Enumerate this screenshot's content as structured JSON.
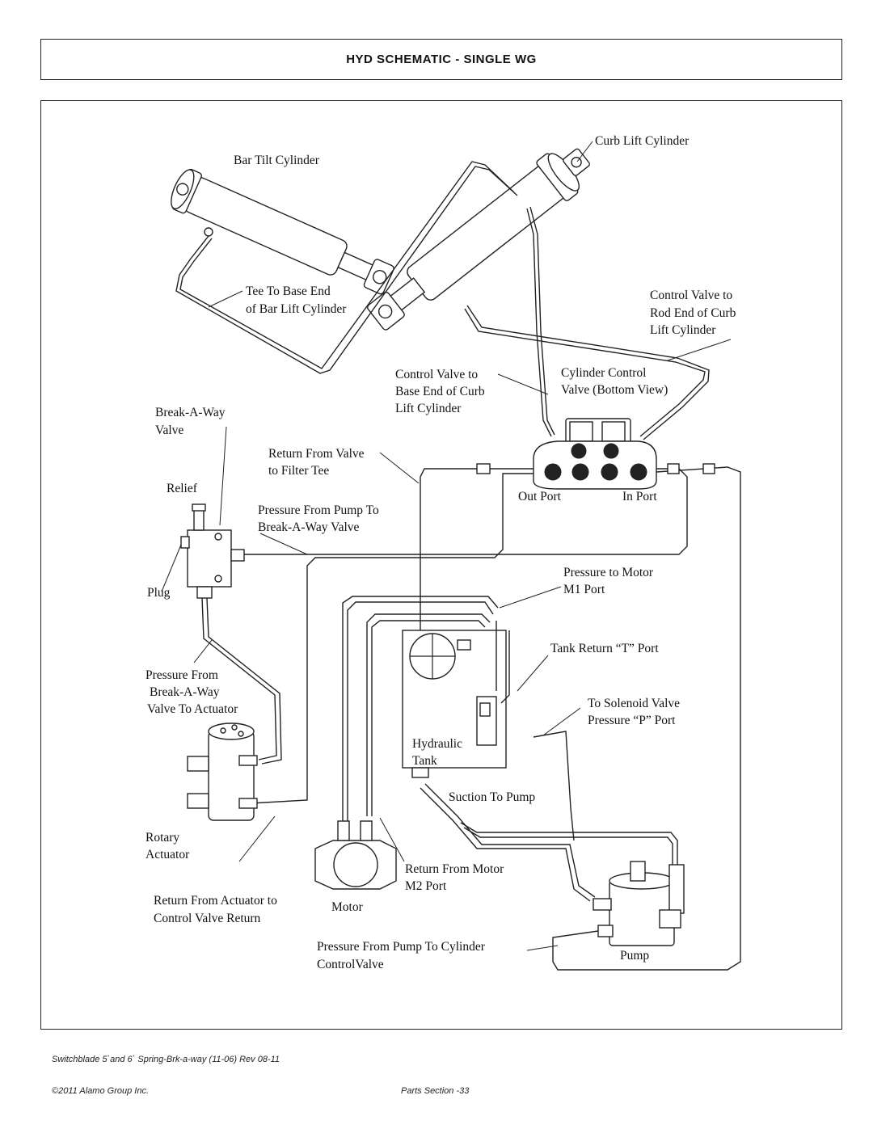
{
  "header": {
    "title": "HYD SCHEMATIC - SINGLE WG"
  },
  "labels": {
    "bar_tilt_cylinder": "Bar Tilt Cylinder",
    "curb_lift_cylinder": "Curb Lift Cylinder",
    "tee_to_base_end_1": "Tee To  Base End",
    "tee_to_base_end_2": "of Bar Lift Cylinder",
    "control_valve_rod_1": "Control Valve to",
    "control_valve_rod_2": "Rod End of Curb",
    "control_valve_rod_3": "Lift Cylinder",
    "control_valve_base_1": "Control Valve to",
    "control_valve_base_2": "Base End of Curb",
    "control_valve_base_3": "Lift Cylinder",
    "cylinder_control_1": "Cylinder Control",
    "cylinder_control_2": "Valve (Bottom View)",
    "break_a_way_valve_1": "Break-A-Way",
    "break_a_way_valve_2": "Valve",
    "return_from_valve_1": "Return From Valve",
    "return_from_valve_2": "to Filter Tee",
    "relief": "Relief",
    "out_port": "Out Port",
    "in_port": "In Port",
    "pressure_from_pump_1": "Pressure From Pump To",
    "pressure_from_pump_2": "Break-A-Way Valve",
    "plug": "Plug",
    "pressure_to_motor_1": "Pressure to Motor",
    "pressure_to_motor_2": "M1  Port",
    "tank_return": "Tank Return “T” Port",
    "pressure_from_bav_1": "Pressure From",
    "pressure_from_bav_2": "Break-A-Way",
    "pressure_from_bav_3": "Valve To Actuator",
    "to_solenoid_1": "To Solenoid Valve",
    "to_solenoid_2": "Pressure “P”    Port",
    "hydraulic_tank_1": "Hydraulic",
    "hydraulic_tank_2": "Tank",
    "suction_to_pump": "Suction To Pump",
    "rotary_actuator_1": "Rotary",
    "rotary_actuator_2": "Actuator",
    "return_from_motor_1": "Return From Motor",
    "return_from_motor_2": "M2  Port",
    "return_from_actuator_1": "Return From  Actuator to",
    "return_from_actuator_2": "Control  Valve Return",
    "motor": "Motor",
    "pressure_pump_cyl_1": "Pressure  From Pump To Cylinder",
    "pressure_pump_cyl_2": "ControlValve",
    "pump": "Pump"
  },
  "footer": {
    "doc_id": "Switchblade 5`and 6` Spring-Brk-a-way (11-06) Rev 08-11",
    "copyright": "©2011 Alamo Group Inc.",
    "page": "Parts Section -33"
  }
}
